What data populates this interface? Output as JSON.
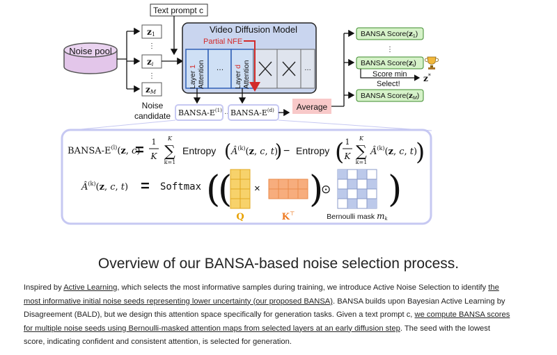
{
  "diagram": {
    "text_prompt": "Text prompt c",
    "noise_pool": "Noise pool",
    "noise_vars": [
      "z1",
      "zi",
      "zM"
    ],
    "noise_candidate": [
      "Noise",
      "candidate"
    ],
    "vdm_title": "Video Diffusion Model",
    "partial_nfe": "Partial NFE",
    "layer1": [
      "Layer 1",
      "Attention"
    ],
    "layerd": [
      "Layer d",
      "Attention"
    ],
    "ellipsis": "...",
    "bansa_e1": "BANSA-E(1)",
    "bansa_ed": "BANSA-E(d)",
    "average": "Average",
    "score_1": "BANSA Score(z1)",
    "score_i": "BANSA Score(zi)",
    "score_M": "BANSA Score(zM)",
    "score_min": "Score min",
    "select": "Select!",
    "z_star": "z*",
    "formula": {
      "lhs": "BANSA-E(l)(z, c)",
      "eq": "=",
      "frac_1": "1",
      "frac_K": "K",
      "sum_top": "K",
      "sum_bottom": "k=1",
      "entropy": "Entropy",
      "a_hat": "Â(k)(z, c, t)",
      "minus": "−",
      "a_lhs": "Â(k)(z, c, t)",
      "softmax": "Softmax",
      "times": "×",
      "odot": "⊙",
      "Q": "Q",
      "KT": "K⊤",
      "bernoulli": "Bernoulli mask m",
      "bernoulli_sub": "k"
    },
    "colors": {
      "panel_border": "#c6c8f2",
      "vdm_fill": "#c9d5ef",
      "attention_fill": "#cfe0f5",
      "attention_border": "#2f5fb5",
      "partial_nfe": "#d22a2a",
      "score_fill": "#d6f2c9",
      "score_border": "#3c8b2c",
      "average_fill": "#f8c9c9",
      "noise_pool_fill": "#e3c6ea",
      "q_fill": "#f7d26b",
      "k_fill": "#f7ad7d",
      "mask_fill": "#bcc9ea",
      "q_label": "#e8a100",
      "kt_label": "#ee7a22"
    }
  },
  "caption": "Overview of our BANSA-based noise selection process.",
  "paragraph": [
    {
      "t": "Inspired by ",
      "u": false
    },
    {
      "t": "Active Learning",
      "u": true
    },
    {
      "t": ", which selects the most informative samples during training, we introduce Active Noise Selection to identify ",
      "u": false
    },
    {
      "t": "the most informative initial noise seeds representing lower uncertainty (our proposed BANSA)",
      "u": true
    },
    {
      "t": ". BANSA builds upon Bayesian Active Learning by Disagreement (BALD), but we design this attention space specifically for generation tasks. Given a text prompt c, ",
      "u": false
    },
    {
      "t": "we compute BANSA scores for multiple noise seeds using Bernoulli-masked attention maps from selected layers at an early diffusion step",
      "u": true
    },
    {
      "t": ". The seed with the lowest score, indicating confident and consistent attention, is selected for generation.",
      "u": false
    }
  ]
}
